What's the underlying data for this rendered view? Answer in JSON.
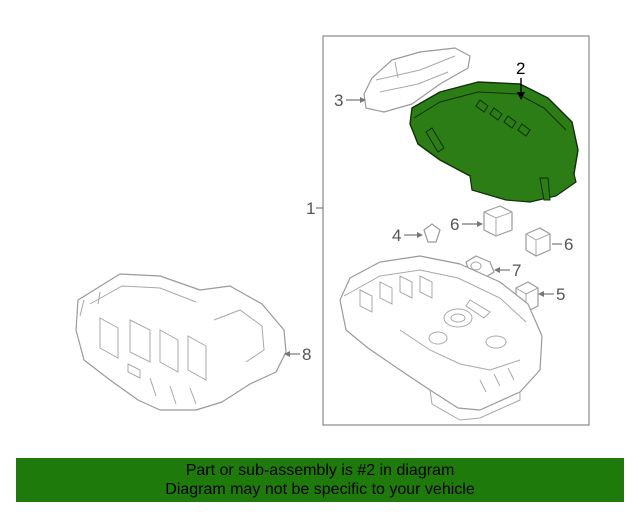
{
  "diagram": {
    "callouts": {
      "c1": "1",
      "c2": "2",
      "c3": "3",
      "c4": "4",
      "c5": "5",
      "c6a": "6",
      "c6b": "6",
      "c7": "7",
      "c8": "8"
    },
    "highlighted_part": "2",
    "highlight_color": "#2d7d17",
    "banner_color": "#1f7a0c"
  },
  "banner": {
    "line1": "Part or sub-assembly is #2 in diagram",
    "line2": "Diagram may not be specific to your vehicle"
  }
}
